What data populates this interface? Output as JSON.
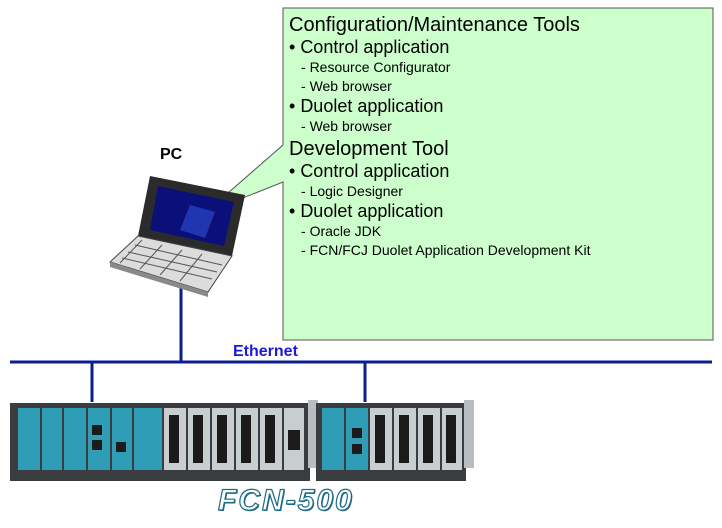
{
  "pc_label": "PC",
  "ethernet_label": "Ethernet",
  "product_logo": "FCN-500",
  "colors": {
    "callout_fill": "#ccffcc",
    "callout_border": "#555555",
    "network_line": "#0b1f8f",
    "ethernet_text": "#1d1ad6",
    "module_body": "#2f9db5",
    "chassis": "#3a3d40"
  },
  "callout": {
    "config_heading": "Configuration/Maintenance Tools",
    "config_control_app": "Control application",
    "config_control_resource": "Resource Configurator",
    "config_control_web": "Web browser",
    "config_duolet_app": "Duolet application",
    "config_duolet_web": "Web browser",
    "dev_heading": "Development Tool",
    "dev_control_app": "Control application",
    "dev_control_logic": "Logic Designer",
    "dev_duolet_app": "Duolet application",
    "dev_duolet_jdk": "Oracle JDK",
    "dev_duolet_kit": "FCN/FCJ Duolet Application Development Kit"
  }
}
